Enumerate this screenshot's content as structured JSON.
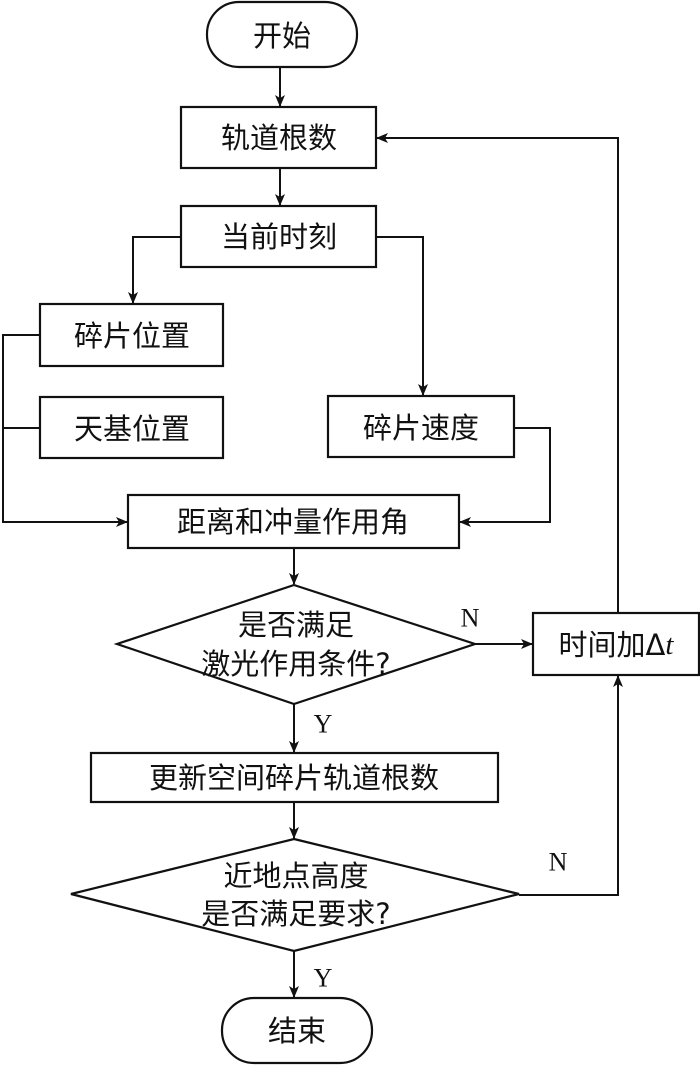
{
  "diagram": {
    "type": "flowchart",
    "nodes": {
      "start": "开始",
      "orbit_elements": "轨道根数",
      "current_time": "当前时刻",
      "debris_position": "碎片位置",
      "space_base_position": "天基位置",
      "debris_velocity": "碎片速度",
      "distance_angle": "距离和冲量作用角",
      "laser_condition_line1": "是否满足",
      "laser_condition_line2": "激光作用条件?",
      "time_add_prefix": "时间加",
      "time_add_delta": "Δ",
      "time_add_var": "t",
      "update_orbit": "更新空间碎片轨道根数",
      "perigee_line1": "近地点高度",
      "perigee_line2": "是否满足要求?",
      "end": "结束"
    },
    "edge_labels": {
      "laser_yes": "Y",
      "laser_no": "N",
      "perigee_yes": "Y",
      "perigee_no": "N"
    },
    "colors": {
      "stroke": "#111111",
      "background": "#ffffff"
    }
  }
}
